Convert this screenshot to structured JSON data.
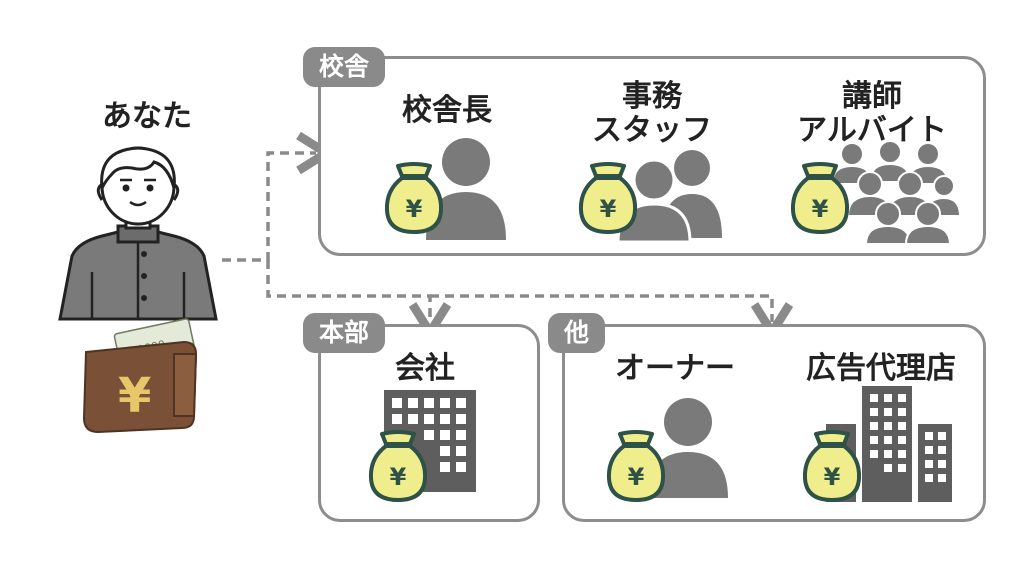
{
  "you": {
    "label": "あなた"
  },
  "groups": {
    "school": {
      "tag": "校舎",
      "members": [
        "校舎長",
        "事務\nスタッフ",
        "講師\nアルバイト"
      ]
    },
    "hq": {
      "tag": "本部",
      "members": [
        "会社"
      ]
    },
    "other": {
      "tag": "他",
      "members": [
        "オーナー",
        "広告代理店"
      ]
    }
  },
  "currency_symbol": "¥",
  "banknote_text": "1000",
  "colors": {
    "box_border": "#8d8d8d",
    "tag_bg": "#8a8a8a",
    "icon_gray": "#7a7a7a",
    "building_dark": "#5e5e5e",
    "moneybag_fill": "#f0ee8c",
    "moneybag_stroke": "#2f5248",
    "wallet": "#7a5036",
    "arrow": "#8a8a8a"
  }
}
